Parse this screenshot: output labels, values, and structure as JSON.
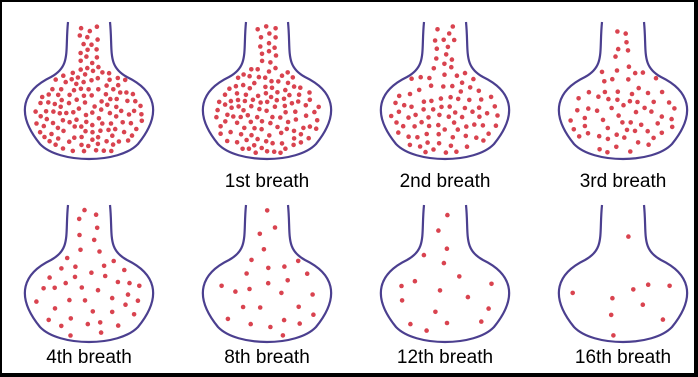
{
  "figure": {
    "flasks": [
      {
        "label": "",
        "particle_count": 140
      },
      {
        "label": "1st breath",
        "particle_count": 130
      },
      {
        "label": "2nd breath",
        "particle_count": 95
      },
      {
        "label": "3rd breath",
        "particle_count": 70
      },
      {
        "label": "4th breath",
        "particle_count": 45
      },
      {
        "label": "8th breath",
        "particle_count": 27
      },
      {
        "label": "12th breath",
        "particle_count": 18
      },
      {
        "label": "16th breath",
        "particle_count": 10
      }
    ],
    "colors": {
      "outline": "#4b3f8f",
      "particle": "#d9434f",
      "frame": "#000000"
    }
  }
}
